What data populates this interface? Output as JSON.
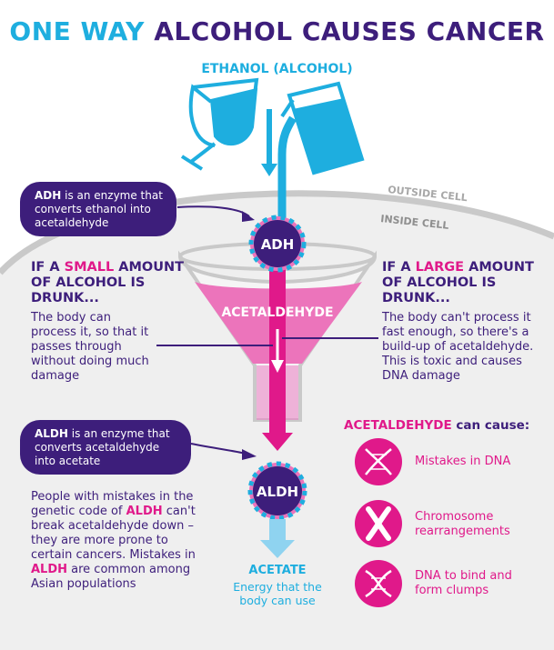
{
  "title": {
    "part1": "ONE WAY",
    "part2": "ALCOHOL CAUSES CANCER"
  },
  "ethanol_label": "ETHANOL (ALCOHOL)",
  "cell": {
    "outside": "OUTSIDE CELL",
    "inside": "INSIDE CELL"
  },
  "enzymes": {
    "adh": "ADH",
    "aldh": "ALDH"
  },
  "funnel_label": "ACETALDEHYDE",
  "adh_callout": {
    "bold": "ADH",
    "rest": " is an enzyme that converts ethanol into acetaldehyde"
  },
  "aldh_callout": {
    "bold": "ALDH",
    "rest": " is an enzyme that converts acetaldehyde into acetate"
  },
  "small": {
    "heading_pre": "IF A ",
    "heading_emph": "SMALL",
    "heading_post": " AMOUNT OF ALCOHOL IS DRUNK...",
    "body": "The body can process it, so that it passes through without doing much damage"
  },
  "large": {
    "heading_pre": "IF A ",
    "heading_emph": "LARGE",
    "heading_post": " AMOUNT OF ALCOHOL IS DRUNK...",
    "body": "The body can't process it fast enough, so there's a build-up of acetaldehyde. This is toxic and causes DNA damage"
  },
  "genetics": {
    "t1": "People with mistakes in the genetic code of ",
    "t2": "ALDH",
    "t3": " can't break acetaldehyde down – they are more prone to certain cancers. Mistakes in ",
    "t4": "ALDH",
    "t5": " are common among Asian populations"
  },
  "causes": {
    "emph": "ACETALDEHYDE",
    "rest": " can cause:"
  },
  "effects": [
    {
      "label": "Mistakes in DNA",
      "icon": "dna-damage-icon"
    },
    {
      "label": "Chromosome rearrangements",
      "icon": "chromosome-icon"
    },
    {
      "label": "DNA to bind and form clumps",
      "icon": "dna-clump-icon"
    }
  ],
  "acetate": {
    "label": "ACETATE",
    "desc": "Energy that the body can use"
  },
  "colors": {
    "purple": "#3d1e7b",
    "pink": "#e0198a",
    "cyan": "#1eaedf",
    "grey": "#c9c9c9"
  }
}
